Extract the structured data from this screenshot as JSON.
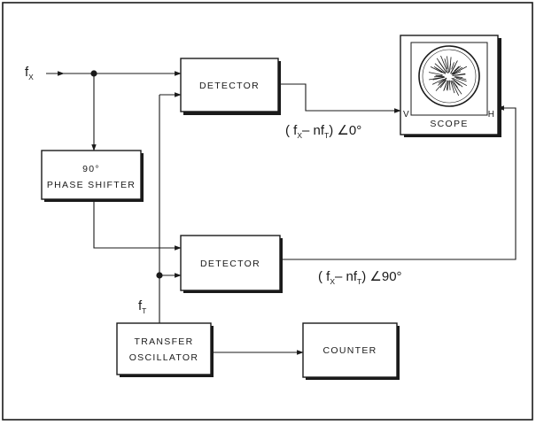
{
  "blocks": {
    "detector_top": "DETECTOR",
    "detector_bottom": "DETECTOR",
    "phase_shifter_line1": "90°",
    "phase_shifter_line2": "PHASE SHIFTER",
    "transfer_osc_line1": "TRANSFER",
    "transfer_osc_line2": "OSCILLATOR",
    "counter": "COUNTER",
    "scope": "SCOPE",
    "scope_v": "V",
    "scope_h": "H"
  },
  "signals": {
    "fx_main": "f",
    "fx_sub": "X",
    "ft_main": "f",
    "ft_sub": "T",
    "top_expr": {
      "open": "( f",
      "sub1": "X",
      "mid": "– nf",
      "sub2": "T",
      "close": ") ∠0°"
    },
    "bottom_expr": {
      "open": "( f",
      "sub1": "X",
      "mid": "– nf",
      "sub2": "T",
      "close": ") ∠90°"
    }
  }
}
